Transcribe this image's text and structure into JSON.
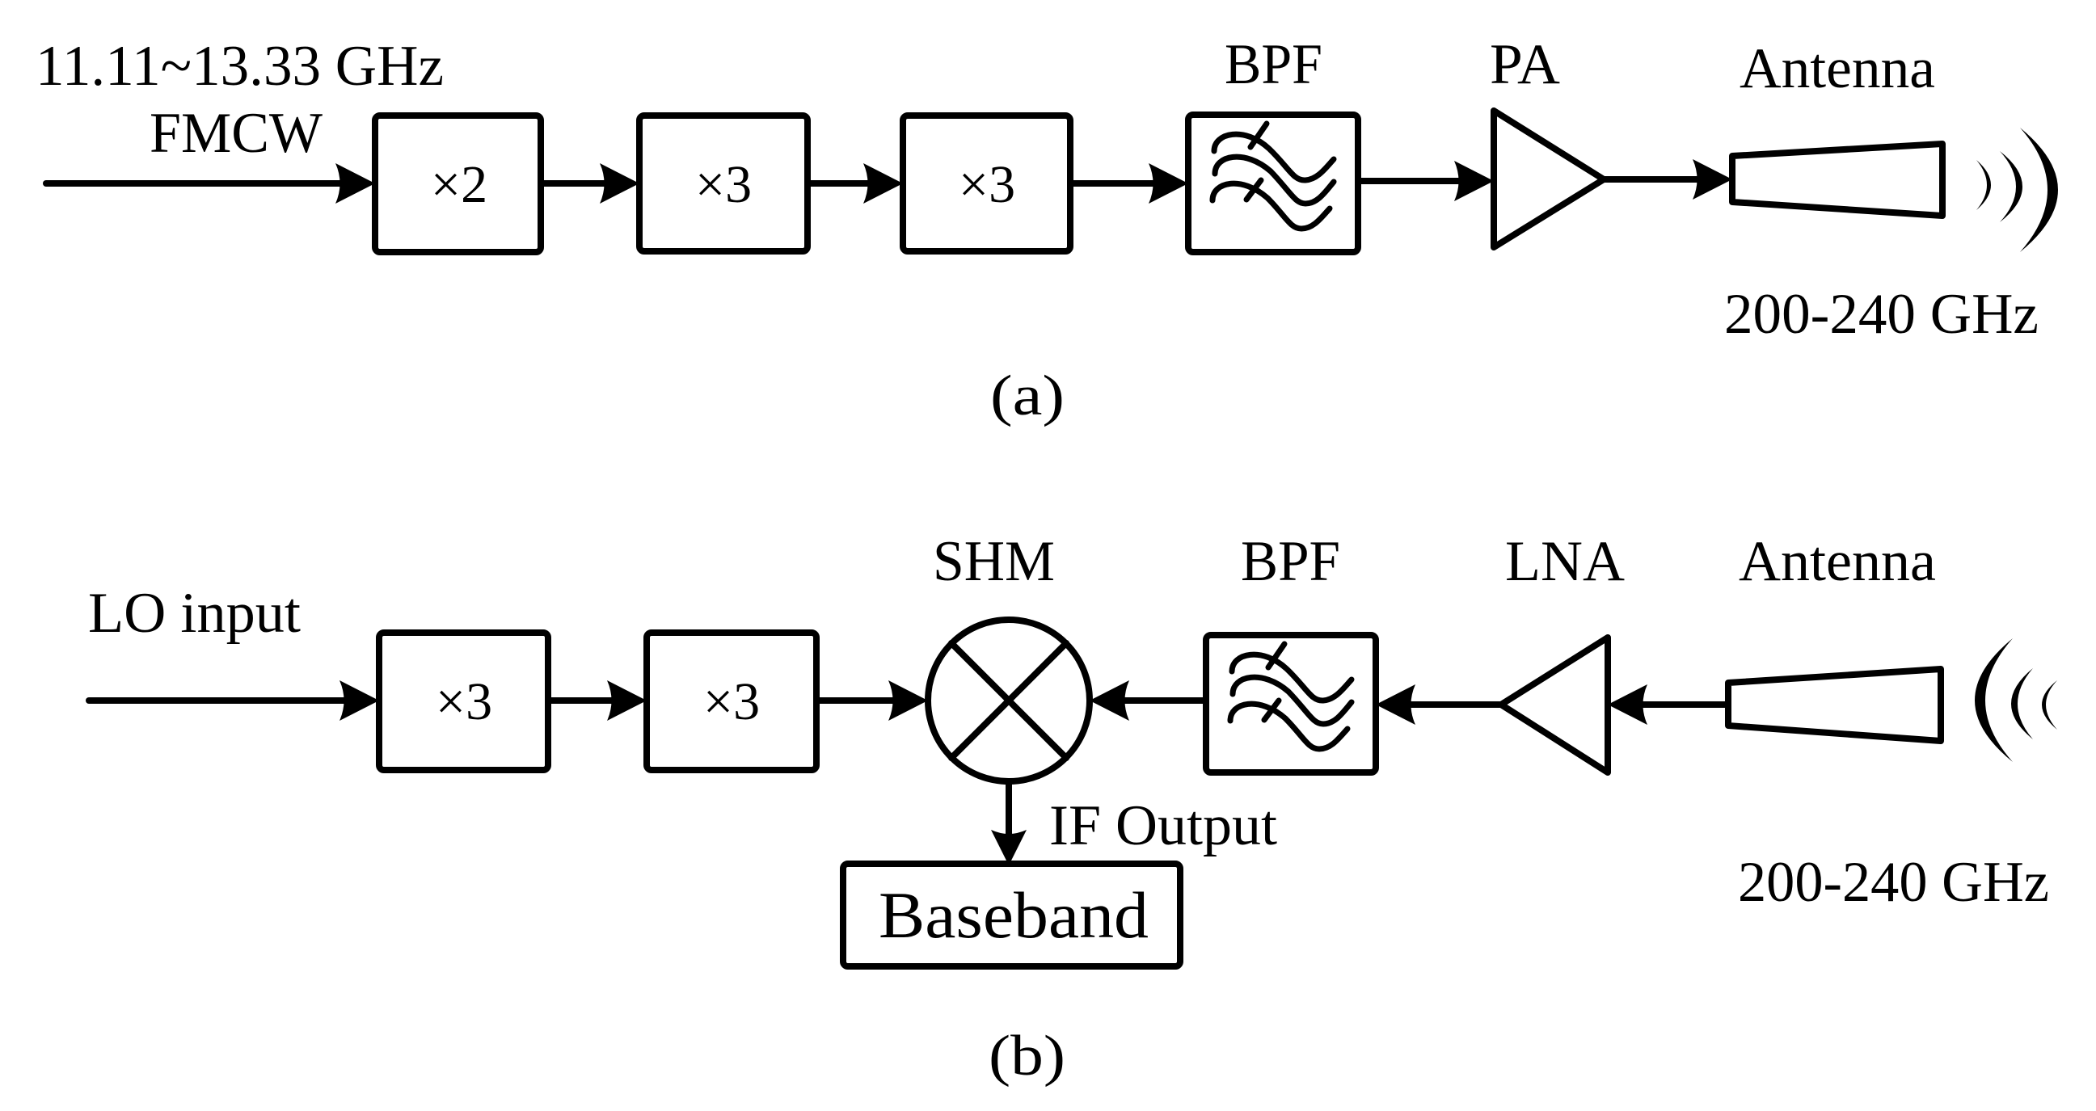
{
  "figure": {
    "panel_a": {
      "caption": "(a)",
      "input_frequency": "11.11~13.33 GHz",
      "input_signal": "FMCW",
      "blocks": [
        {
          "type": "multiplier",
          "label": "×2"
        },
        {
          "type": "multiplier",
          "label": "×3"
        },
        {
          "type": "multiplier",
          "label": "×3"
        },
        {
          "type": "filter",
          "label": "BPF"
        },
        {
          "type": "amplifier",
          "label": "PA"
        },
        {
          "type": "antenna",
          "label": "Antenna"
        }
      ],
      "output_frequency": "200-240 GHz"
    },
    "panel_b": {
      "caption": "(b)",
      "input_signal": "LO input",
      "blocks": [
        {
          "type": "multiplier",
          "label": "×3"
        },
        {
          "type": "multiplier",
          "label": "×3"
        },
        {
          "type": "mixer",
          "label": "SHM"
        },
        {
          "type": "filter",
          "label": "BPF"
        },
        {
          "type": "amplifier",
          "label": "LNA"
        },
        {
          "type": "antenna",
          "label": "Antenna"
        }
      ],
      "if_label": "IF Output",
      "baseband_label": "Baseband",
      "input_frequency": "200-240 GHz"
    }
  }
}
